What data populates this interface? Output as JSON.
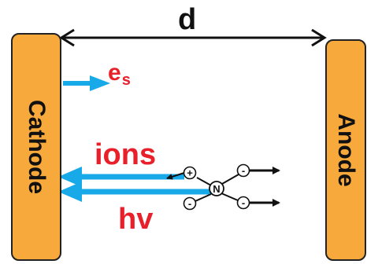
{
  "diagram": {
    "gap_label": "d",
    "cathode_label": "Cathode",
    "anode_label": "Anode",
    "electron_label_base": "e",
    "electron_label_sub": "s",
    "ions_label": "ions",
    "photon_label": "hv",
    "particles": {
      "positive_ion": "+",
      "neutral": "N",
      "electron": "-"
    },
    "colors": {
      "electrode_fill": "#f7a93b",
      "arrow_blue": "#18a9e8",
      "label_red": "#e8202a",
      "outline": "#111111"
    }
  }
}
